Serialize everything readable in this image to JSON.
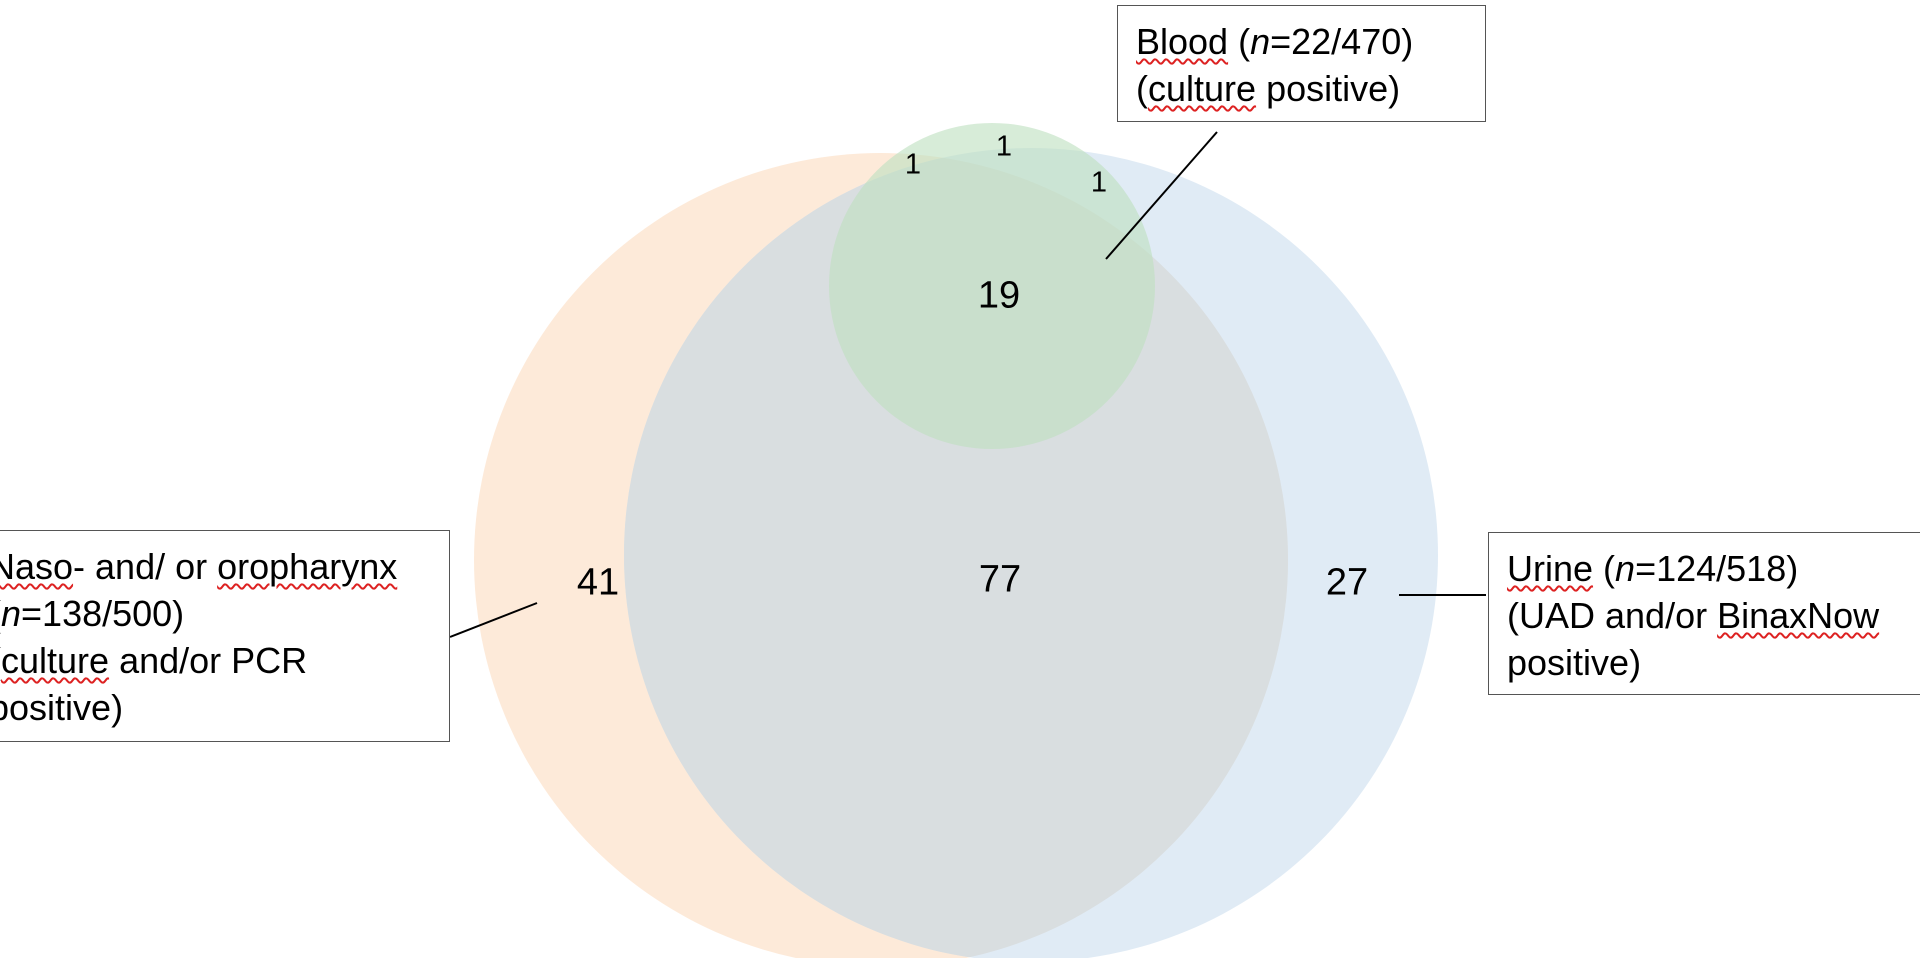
{
  "colors": {
    "respiratory_circle": "#fde6d2",
    "urine_circle": "#d3e3f1",
    "blood_circle": "#bfe1c0",
    "overlap_gray": "#d9dee0",
    "label_border": "#555555",
    "spellcheck_underline": "#dd2222"
  },
  "regions": {
    "respiratory_only": "41",
    "respiratory_urine": "77",
    "urine_only": "27",
    "all_three": "19",
    "blood_respiratory": "1",
    "blood_only": "1",
    "blood_urine": "1"
  },
  "labels": {
    "blood": {
      "line1_pre": "Blood",
      "line1_open": " (",
      "line1_n": "n",
      "line1_rest": "=22/470)",
      "line2_open": "(",
      "line2_word": "culture",
      "line2_rest": " positive)"
    },
    "respiratory": {
      "line1_a": "Naso",
      "line1_b": "- and/ or ",
      "line1_c": "oropharynx",
      "line2_open": "(",
      "line2_n": "n",
      "line2_rest": "=138/500)",
      "line3_open": "(",
      "line3_word": "culture",
      "line3_rest": " and/or PCR",
      "line4": "positive)"
    },
    "urine": {
      "line1_word": "Urine",
      "line1_open": " (",
      "line1_n": "n",
      "line1_rest": "=124/518)",
      "line2_a": "(UAD and/or ",
      "line2_word": "BinaxNow",
      "line3": "positive)"
    }
  }
}
